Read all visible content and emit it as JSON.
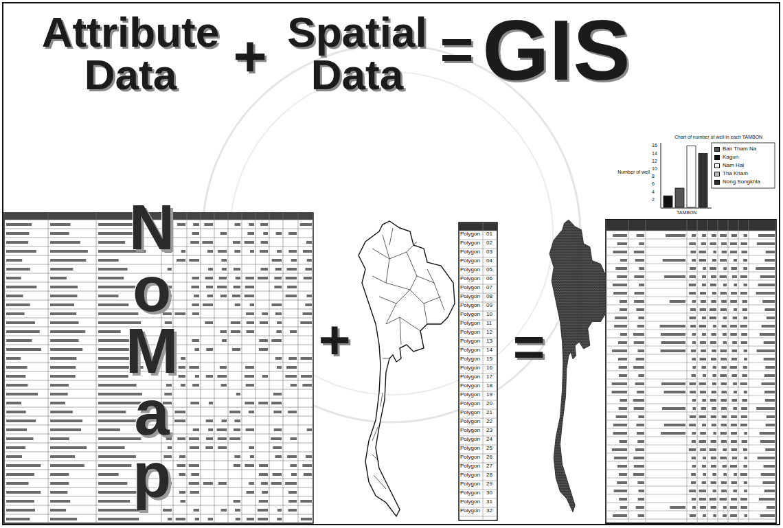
{
  "diagram": {
    "labels": [
      "Attribute Data",
      "+",
      "Spatial Data",
      "=",
      "GIS",
      "No Map",
      "+",
      "=",
      "Chart of number of well in each TAMBON",
      "Number of well",
      "TAMBON",
      "2",
      "4",
      "6",
      "8",
      "10",
      "12",
      "14",
      "16",
      "Polygon",
      "01",
      "Polygon",
      "02",
      "Polygon",
      "03",
      "Polygon",
      "04",
      "Polygon",
      "05",
      "Polygon",
      "06",
      "Polygon",
      "07",
      "Polygon",
      "08",
      "Polygon",
      "09",
      "Polygon",
      "10",
      "Polygon",
      "11",
      "Polygon",
      "12",
      "Polygon",
      "13",
      "Polygon",
      "14",
      "Polygon",
      "15",
      "Polygon",
      "16",
      "Polygon",
      "17",
      "Polygon",
      "18",
      "Polygon",
      "19",
      "Polygon",
      "20",
      "Polygon",
      "21",
      "Polygon",
      "22",
      "Polygon",
      "23",
      "Polygon",
      "24",
      "Polygon",
      "25",
      "Polygon",
      "26",
      "Polygon",
      "27",
      "Polygon",
      "28",
      "Polygon",
      "29",
      "Polygon",
      "30",
      "Polygon",
      "31",
      "Polygon",
      "32"
    ],
    "legend": [
      {
        "text": "Ban Tham Na",
        "color": "#555555"
      },
      {
        "text": "Kagun",
        "color": "#111111"
      },
      {
        "text": "Nam Hal",
        "color": "#ffffff"
      },
      {
        "text": "Tha Kham",
        "color": "#bbbbbb"
      },
      {
        "text": "Nong Songkhla",
        "color": "#333333"
      }
    ]
  }
}
